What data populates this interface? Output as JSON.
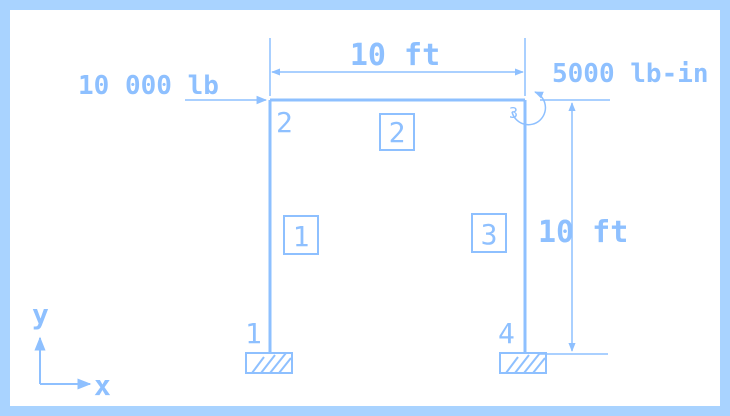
{
  "colors": {
    "frame_border": "#a9d3ff",
    "drawing": "#8ec0ff",
    "background": "#ffffff"
  },
  "dimensions": {
    "top_span": "10 ft",
    "right_height": "10 ft"
  },
  "loads": {
    "horizontal_force": "10 000 lb",
    "moment": "5000 lb-in"
  },
  "nodes": {
    "n1": "1",
    "n2": "2",
    "n3": "3",
    "n4": "4"
  },
  "elements": {
    "e1": "1",
    "e2": "2",
    "e3": "3"
  },
  "axes": {
    "x": "x",
    "y": "y"
  },
  "icons": [
    "fixed-support-icon",
    "moment-arrow-icon",
    "axis-triad-icon"
  ]
}
